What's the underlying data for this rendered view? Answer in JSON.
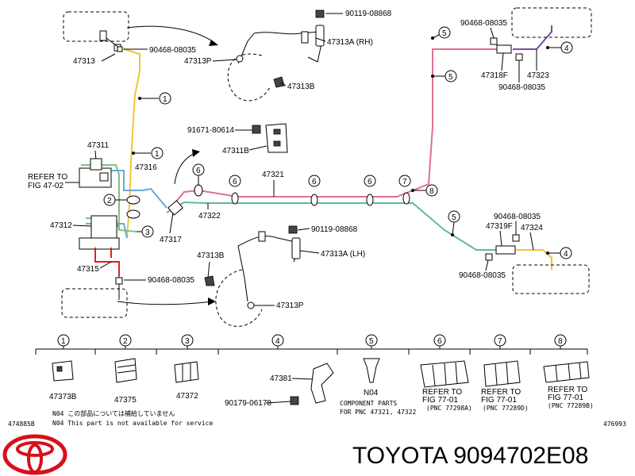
{
  "diagram": {
    "callouts": {
      "p47313_top": "47313",
      "p90468_top": "90468-08035",
      "p90119_top": "90119-08868",
      "p47313A_rh": "47313A (RH)",
      "p47313P_top": "47313P",
      "p47313B_top": "47313B",
      "p91671": "91671-80614",
      "p47311B": "47311B",
      "p47311": "47311",
      "p47316": "47316",
      "refer_fig_line1": "REFER TO",
      "refer_fig_line2": "FIG 47-02",
      "p47321": "47321",
      "p47322": "47322",
      "p47312": "47312",
      "p47317": "47317",
      "p47315": "47315",
      "p90468_bottom": "90468-08035",
      "p90119_bottom": "90119-08868",
      "p47313A_lh": "47313A (LH)",
      "p47313B_bottom": "47313B",
      "p47313P_bottom": "47313P",
      "p90468_rt1": "90468-08035",
      "p47318F": "47318F",
      "p47323": "47323",
      "p90468_rt2": "90468-08035",
      "p90468_rt3": "90468-08035",
      "p47319F": "47319F",
      "p47324": "47324",
      "p90468_rt4": "90468-08035"
    },
    "circles": [
      "1",
      "2",
      "3",
      "4",
      "5",
      "6",
      "7",
      "8"
    ],
    "legend": {
      "l1_part": "47373B",
      "l2_part": "47375",
      "l3_part": "47372",
      "l4_part_a": "47381",
      "l4_part_b": "90179-06178",
      "l5_part": "N04",
      "l5_desc1": "COMPONENT PARTS",
      "l5_desc2": "FOR PNC 47321, 47322",
      "l6_ref1": "REFER TO",
      "l6_ref2": "FIG 77-01",
      "l6_pnc": "(PNC 77298A)",
      "l7_ref1": "REFER TO",
      "l7_ref2": "FIG 77-01",
      "l7_pnc": "(PNC 77289D)",
      "l8_ref1": "REFER TO",
      "l8_ref2": "FIG 77-01",
      "l8_pnc": "(PNC 77289B)"
    },
    "notes": {
      "n04_jp": "N04 この部品については補給していません",
      "n04_en": "N04 This part is not available for service",
      "ref_left": "474885B",
      "ref_right": "476993"
    }
  },
  "footer": {
    "brand_text": "TOYOTA 9094702E08",
    "logo_name": "toyota-logo"
  },
  "colors": {
    "yellow": "#f4c430",
    "pink": "#e0708a",
    "teal": "#5fb8a0",
    "blue": "#6aa8d8",
    "green": "#7cc47c",
    "red": "#e02020",
    "purple": "#7a4aa8",
    "logo_red": "#d7101c"
  }
}
